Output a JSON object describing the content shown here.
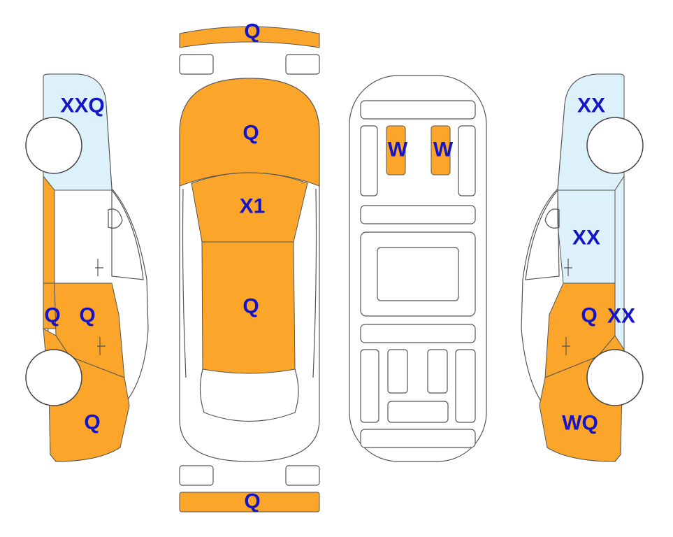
{
  "colors": {
    "damaged_panel": "#FBA52B",
    "minor_panel": "#DDF1FA",
    "label": "#1515C8",
    "outline": "#555555"
  },
  "labels": {
    "front_bumper": "Q",
    "hood": "Q",
    "windshield": "X1",
    "roof": "Q",
    "rear_bumper": "Q",
    "underbody_left": "W",
    "underbody_right": "W",
    "left_front_fender": "XXQ",
    "left_front_door_edge": "Q",
    "left_rear_door": "Q",
    "left_quarter": "Q",
    "right_front_fender": "XX",
    "right_front_door": "XX",
    "right_rear_door": "Q",
    "right_rear_edge": "XX",
    "right_quarter": "WQ"
  }
}
